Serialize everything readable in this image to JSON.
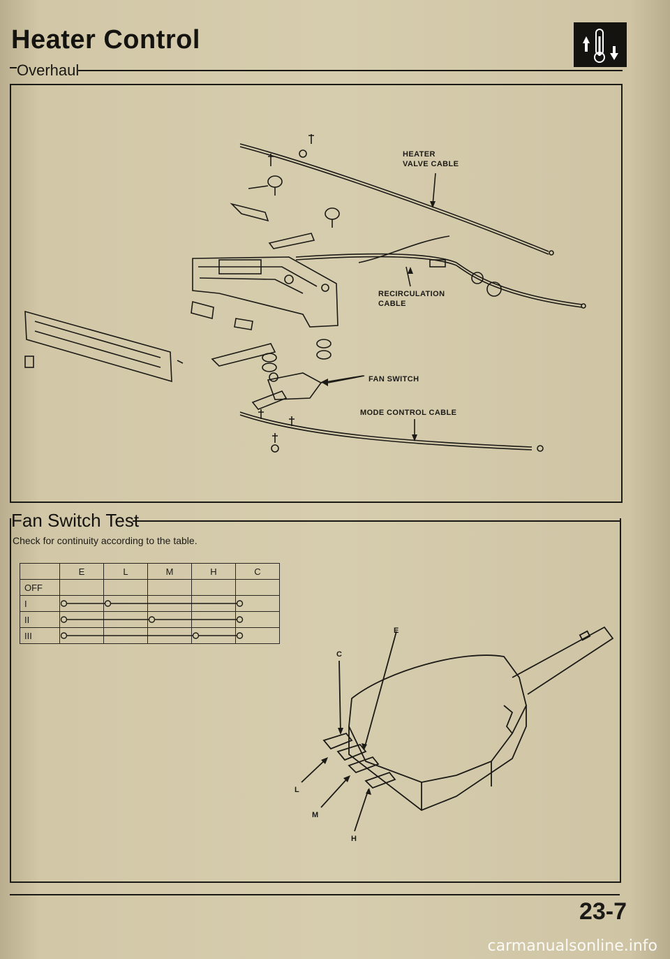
{
  "header": {
    "title": "Heater Control",
    "subtitle": "Overhaul",
    "icon": "thermometer-icon"
  },
  "overhaul_diagram": {
    "labels": {
      "heater_valve_cable_1": "HEATER",
      "heater_valve_cable_2": "VALVE CABLE",
      "recirculation_cable_1": "RECIRCULATION",
      "recirculation_cable_2": "CABLE",
      "fan_switch": "FAN SWITCH",
      "mode_control_cable": "MODE CONTROL CABLE"
    }
  },
  "fan_switch_test": {
    "heading": "Fan Switch Test",
    "instruction": "Check for continuity according to the table.",
    "table": {
      "columns": [
        "",
        "E",
        "L",
        "M",
        "H",
        "C"
      ],
      "rows": [
        {
          "label": "OFF",
          "connected": []
        },
        {
          "label": "I",
          "connected": [
            "E",
            "L",
            "C"
          ]
        },
        {
          "label": "II",
          "connected": [
            "E",
            "M",
            "C"
          ]
        },
        {
          "label": "III",
          "connected": [
            "E",
            "H",
            "C"
          ]
        }
      ]
    },
    "terminal_labels": {
      "c": "C",
      "e": "E",
      "l": "L",
      "m": "M",
      "h": "H"
    }
  },
  "footer": {
    "page_number": "23-7",
    "watermark": "carmanualsonline.info"
  }
}
